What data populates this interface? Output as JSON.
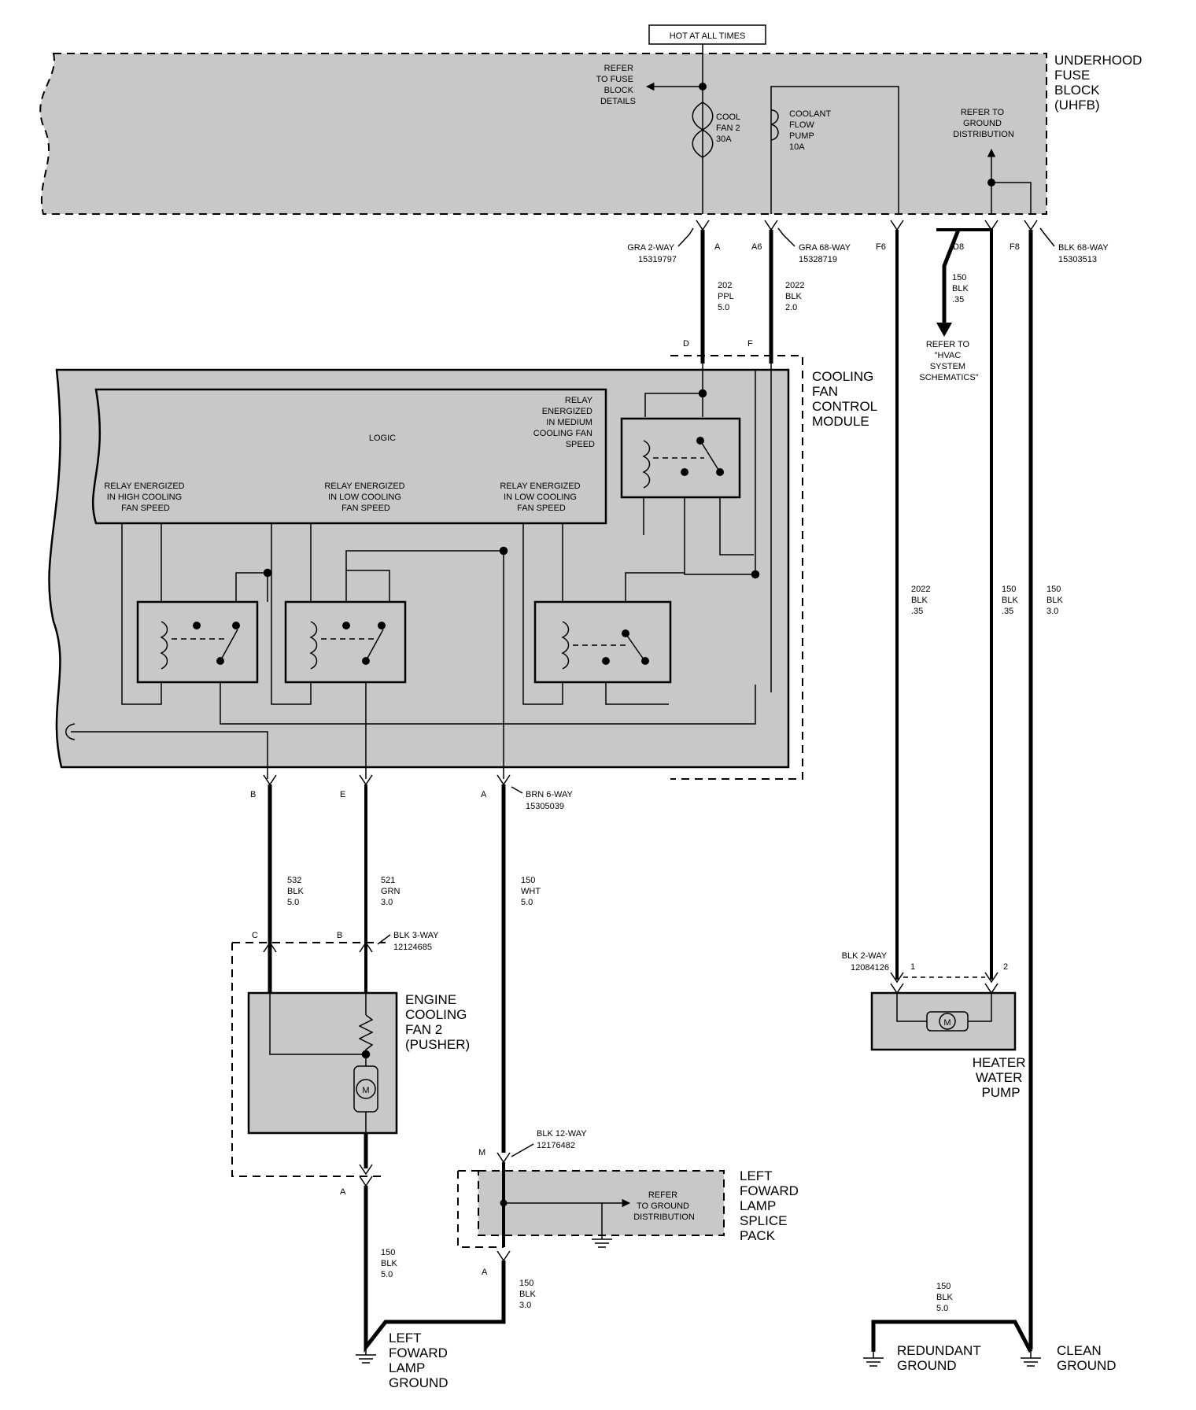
{
  "labels": {
    "hot_at_all_times": "HOT AT ALL TIMES",
    "uhfb": [
      "UNDERHOOD",
      "FUSE",
      "BLOCK",
      "(UHFB)"
    ],
    "refer_fuse_block": [
      "REFER",
      "TO FUSE",
      "BLOCK",
      "DETAILS"
    ],
    "cool_fan_fuse": [
      "COOL",
      "FAN 2",
      "30A"
    ],
    "coolant_pump_fuse": [
      "COOLANT",
      "FLOW",
      "PUMP",
      "10A"
    ],
    "refer_ground_uhfb": [
      "REFER TO",
      "GROUND",
      "DISTRIBUTION"
    ],
    "cfcm": [
      "COOLING",
      "FAN",
      "CONTROL",
      "MODULE"
    ],
    "logic": "LOGIC",
    "relay_medium": [
      "RELAY",
      "ENERGIZED",
      "IN MEDIUM",
      "COOLING FAN",
      "SPEED"
    ],
    "relay_high": [
      "RELAY ENERGIZED",
      "IN HIGH COOLING",
      "FAN SPEED"
    ],
    "relay_low_1": [
      "RELAY ENERGIZED",
      "IN LOW COOLING",
      "FAN SPEED"
    ],
    "relay_low_2": [
      "RELAY ENERGIZED",
      "IN LOW COOLING",
      "FAN SPEED"
    ],
    "refer_hvac": [
      "REFER TO",
      "\"HVAC",
      "SYSTEM",
      "SCHEMATICS\""
    ],
    "engine_fan": [
      "ENGINE",
      "COOLING",
      "FAN 2",
      "(PUSHER)"
    ],
    "heater_pump": [
      "HEATER",
      "WATER",
      "PUMP"
    ],
    "splice_pack": [
      "LEFT",
      "FOWARD",
      "LAMP",
      "SPLICE",
      "PACK"
    ],
    "refer_ground_splice": [
      "REFER",
      "TO GROUND",
      "DISTRIBUTION"
    ],
    "left_lamp_ground": [
      "LEFT",
      "FOWARD",
      "LAMP",
      "GROUND"
    ],
    "redundant_ground": [
      "REDUNDANT",
      "GROUND"
    ],
    "clean_ground": [
      "CLEAN",
      "GROUND"
    ],
    "motor": "M"
  },
  "connectors": {
    "gra2": [
      "GRA 2-WAY",
      "15319797"
    ],
    "gra68": [
      "GRA 68-WAY",
      "15328719"
    ],
    "blk68": [
      "BLK 68-WAY",
      "15303513"
    ],
    "brn6": [
      "BRN 6-WAY",
      "15305039"
    ],
    "blk3": [
      "BLK 3-WAY",
      "12124685"
    ],
    "blk2": [
      "BLK 2-WAY",
      "12084126"
    ],
    "blk12": [
      "BLK 12-WAY",
      "12176482"
    ]
  },
  "pins": {
    "A_top": "A",
    "A6": "A6",
    "F6": "F6",
    "D8": "D8",
    "F8": "F8",
    "D": "D",
    "F": "F",
    "B_mod": "B",
    "E_mod": "E",
    "A_mod": "A",
    "C_fan": "C",
    "B_fan": "B",
    "A_fan": "A",
    "M_splice": "M",
    "A_splice": "A",
    "p1": "1",
    "p2": "2"
  },
  "wires": {
    "w202": [
      "202",
      "PPL",
      "5.0"
    ],
    "w2022a": [
      "2022",
      "BLK",
      "2.0"
    ],
    "w150hvac": [
      "150",
      "BLK",
      ".35"
    ],
    "w2022b": [
      "2022",
      "BLK",
      ".35"
    ],
    "w150b": [
      "150",
      "BLK",
      ".35"
    ],
    "w150c": [
      "150",
      "BLK",
      "3.0"
    ],
    "w532": [
      "532",
      "BLK",
      "5.0"
    ],
    "w521": [
      "521",
      "GRN",
      "3.0"
    ],
    "w150wht": [
      "150",
      "WHT",
      "5.0"
    ],
    "w150d": [
      "150",
      "BLK",
      "5.0"
    ],
    "w150e": [
      "150",
      "BLK",
      "3.0"
    ],
    "w150f": [
      "150",
      "BLK",
      "5.0"
    ]
  }
}
